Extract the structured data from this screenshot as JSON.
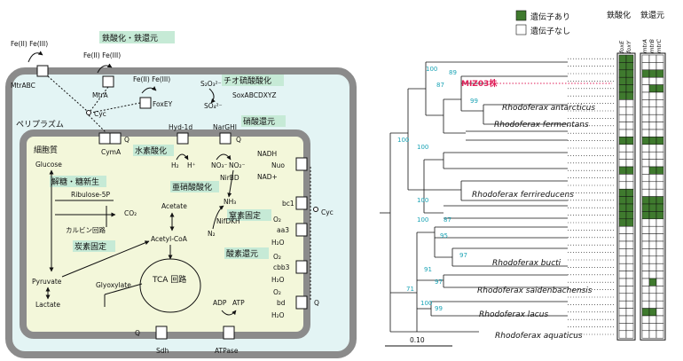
{
  "left_panel": {
    "periplasm_label": "ペリプラズム",
    "cytoplasm_label": "細胞質",
    "headings": {
      "iron_redox": "鉄酸化・鉄還元",
      "thiosulfate_oxidation": "チオ硫酸酸化",
      "nitrate_reduction": "硝酸還元",
      "hydrogen_oxidation": "水素酸化",
      "nitrite_oxidation": "亜硝酸酸化",
      "glycolysis": "解糖・糖新生",
      "carbon_fixation": "炭素固定",
      "nitrogen_fixation": "窒素固定",
      "oxygen_reduction": "酸素還元"
    },
    "texts": {
      "fe_mtrabc": "Fe(II) Fe(III)",
      "fe_mtra": "Fe(II) Fe(III)",
      "fe_foxey": "Fe(II)  Fe(III)",
      "mtrabc": "MtrABC",
      "mtra": "MtrA",
      "foxey": "FoxEY",
      "cyc_top": "Cyc",
      "cyma": "CymA",
      "q_cyma": "Q",
      "s2o3": "S₂O₃²⁻",
      "sox": "SoxABCDXYZ",
      "so4": "SO₄²⁻",
      "hyd": "Hyd-1d",
      "narghi": "NarGHI",
      "q_nar": "Q",
      "h2": "H₂",
      "hplus": "H⁺",
      "no3": "NO₃⁻",
      "no2": "NO₂⁻",
      "nirbd": "NirBD",
      "nh3": "NH₃",
      "nifdkh": "NifDKH",
      "n2": "N₂",
      "glucose": "Glucose",
      "ribulose": "Ribulose-5P",
      "co2": "CO₂",
      "calvin": "カルビン回路",
      "acetate": "Acetate",
      "acetylcoa": "Acetyl-CoA",
      "pyruvate": "Pyruvate",
      "lactate": "Lactate",
      "glyoxylate": "Glyoxylate",
      "tca": "TCA 回路",
      "nadh": "NADH",
      "nuo": "Nuo",
      "nadp": "NAD+",
      "bc1": "bc1",
      "cyc_right": "Cyc",
      "o2a": "O₂",
      "aa3": "aa3",
      "h2oa": "H₂O",
      "o2b": "O₂",
      "cbb3": "cbb3",
      "h2ob": "H₂O",
      "o2c": "O₂",
      "bd": "bd",
      "h2oc": "H₂O",
      "q_bd": "Q",
      "adp": "ADP",
      "atp": "ATP",
      "atpase": "ATPase",
      "sdh": "Sdh",
      "q_sdh": "Q"
    }
  },
  "right_panel": {
    "legend": {
      "present": "遺伝子あり",
      "absent": "遺伝子なし"
    },
    "group_headers": {
      "iron_oxidation": "鉄酸化",
      "iron_reduction": "鉄還元"
    },
    "gene_columns": [
      "foxE",
      "foxY",
      "mtrA",
      "mtrB",
      "mtrC"
    ],
    "highlight_strain": "MIZ03株",
    "scale_bar": "0.10",
    "species_labels": [
      "Rhodoferax antarcticus",
      "Rhodoferax fermentans",
      "Rhodoferax ferrireducens",
      "Rhodoferax bucti",
      "Rhodoferax saidenbachensis",
      "Rhodoferax lacus",
      "Rhodoferax aquaticus"
    ],
    "bootstrap_values": [
      "100",
      "89",
      "87",
      "99",
      "100",
      "100",
      "100",
      "100",
      "87",
      "95",
      "97",
      "91",
      "97",
      "71",
      "100",
      "99"
    ],
    "colors": {
      "present": "#3f7a2e",
      "highlight": "#e0205a",
      "bootstrap": "#1aa3b5",
      "heading_bg": "#c6ead6"
    }
  }
}
